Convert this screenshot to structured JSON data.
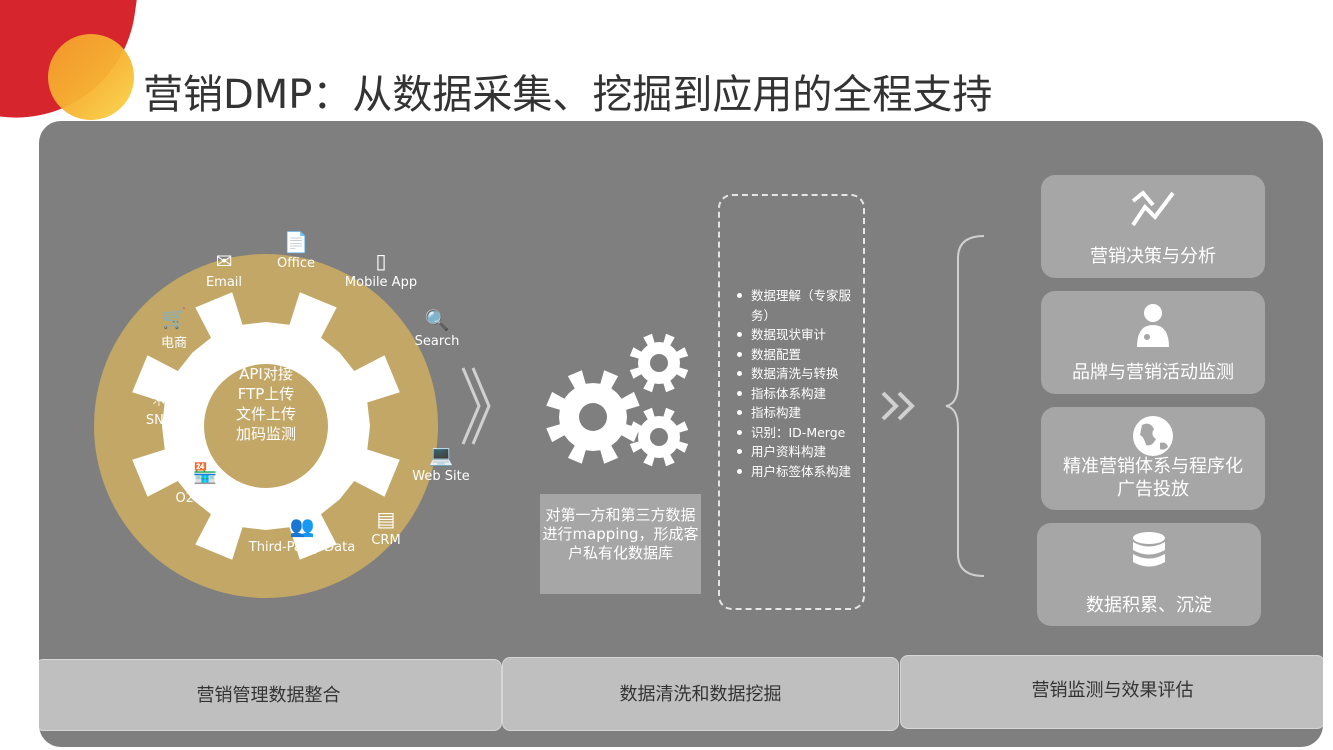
{
  "title": "营销DMP：从数据采集、挖掘到应用的全程支持",
  "colors": {
    "gold": "#c2a766",
    "panel": "#7f7f7f",
    "card": "#a6a6a6",
    "tab": "#bfbfbf",
    "red": "#d7252d"
  },
  "sources": [
    {
      "label": "Office",
      "icon": "document-icon"
    },
    {
      "label": "Email",
      "icon": "envelope-icon"
    },
    {
      "label": "Mobile App",
      "icon": "mobile-icon"
    },
    {
      "label": "电商",
      "icon": "cart-icon"
    },
    {
      "label": "Search",
      "icon": "search-icon"
    },
    {
      "label": "SNS",
      "icon": "weibo-icon"
    },
    {
      "label": "Web Site",
      "icon": "laptop-icon"
    },
    {
      "label": "O2O/零售",
      "icon": "store-icon"
    },
    {
      "label": "CRM",
      "icon": "crm-card-icon"
    },
    {
      "label": "Third-Party Data",
      "icon": "users-icon"
    }
  ],
  "gear_center": [
    "API对接",
    "FTP上传",
    "文件上传",
    "加码监测"
  ],
  "mapping_text": "对第一方和第三方数据进行mapping，形成客户私有化数据库",
  "mining_items": [
    "数据理解（专家服务）",
    "数据现状审计",
    "数据配置",
    "数据清洗与转换",
    "指标体系构建",
    "指标构建",
    "识别：ID-Merge",
    "用户资料构建",
    "用户标签体系构建"
  ],
  "apps": [
    {
      "label": "营销决策与分析",
      "icon": "trend-chart-icon"
    },
    {
      "label": "品牌与营销活动监测",
      "icon": "doctor-icon"
    },
    {
      "label": "精准营销体系与程序化广告投放",
      "icon": "globe-icon"
    },
    {
      "label": "数据积累、沉淀",
      "icon": "database-icon"
    }
  ],
  "stages": [
    "营销管理数据整合",
    "数据清洗和数据挖掘",
    "营销监测与效果评估"
  ]
}
